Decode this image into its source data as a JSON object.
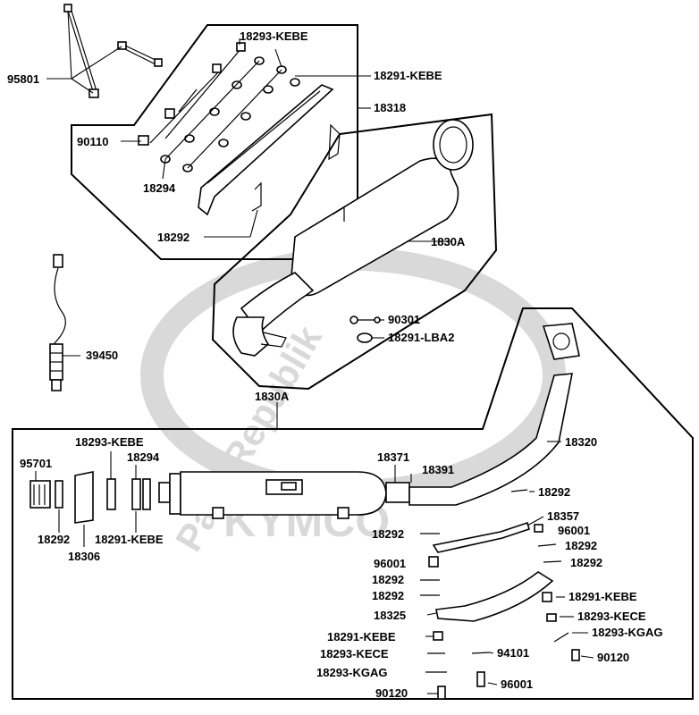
{
  "watermark": {
    "brand": "KYMCO",
    "site": "PartsRepublik"
  },
  "labels": {
    "l95801": "95801",
    "l18293_kebe_top": "18293-KEBE",
    "l18291_kebe_top": "18291-KEBE",
    "l18318": "18318",
    "l90110": "90110",
    "l18294_top": "18294",
    "l18292_top": "18292",
    "l1830a_upper": "1830A",
    "l90301": "90301",
    "l18291_lba2": "18291-LBA2",
    "l39450": "39450",
    "l1830a_lower": "1830A",
    "l95701": "95701",
    "l18293_kebe_mid": "18293-KEBE",
    "l18294_mid": "18294",
    "l18292_left": "18292",
    "l18291_kebe_left": "18291-KEBE",
    "l18306": "18306",
    "l18371": "18371",
    "l18391": "18391",
    "l18320": "18320",
    "l18292_r1": "18292",
    "l18357": "18357",
    "l18292_r2": "18292",
    "l96001_r1": "96001",
    "l18292_r3": "18292",
    "l96001_l1": "96001",
    "l18292_r4": "18292",
    "l18292_l2": "18292",
    "l18292_l3": "18292",
    "l18291_kebe_r": "18291-KEBE",
    "l18325": "18325",
    "l18293_kece_r": "18293-KECE",
    "l18291_kebe_b": "18291-KEBE",
    "l18293_kgag_r": "18293-KGAG",
    "l18293_kece_b": "18293-KECE",
    "l94101": "94101",
    "l90120_r": "90120",
    "l18293_kgag_b": "18293-KGAG",
    "l96001_b": "96001",
    "l90120_b": "90120"
  }
}
